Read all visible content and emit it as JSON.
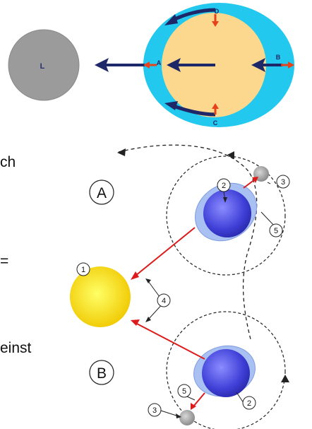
{
  "top_diagram": {
    "moon_label": "L",
    "points": {
      "a": "A",
      "b": "B",
      "c": "C",
      "d": "D"
    }
  },
  "bottom_diagram": {
    "panel_labels": {
      "a": "A",
      "b": "B"
    },
    "numbers": {
      "n1": "1",
      "n2": "2",
      "n3": "3",
      "n4": "4",
      "n5": "5"
    }
  },
  "left_text_fragments": [
    "ch",
    "=",
    "einst"
  ],
  "colors": {
    "moon_gray": "#9b9b9b",
    "ocean_cyan": "#22c8ee",
    "earth_sand": "#fbd88d",
    "arrow_navy": "#1e2868",
    "force_red": "#e8421c",
    "sun_yellow": "#f5d400",
    "planet_blue": "#4848e0",
    "bulge_blue": "#9cb8f0",
    "gravity_red": "#dd1b1b"
  }
}
